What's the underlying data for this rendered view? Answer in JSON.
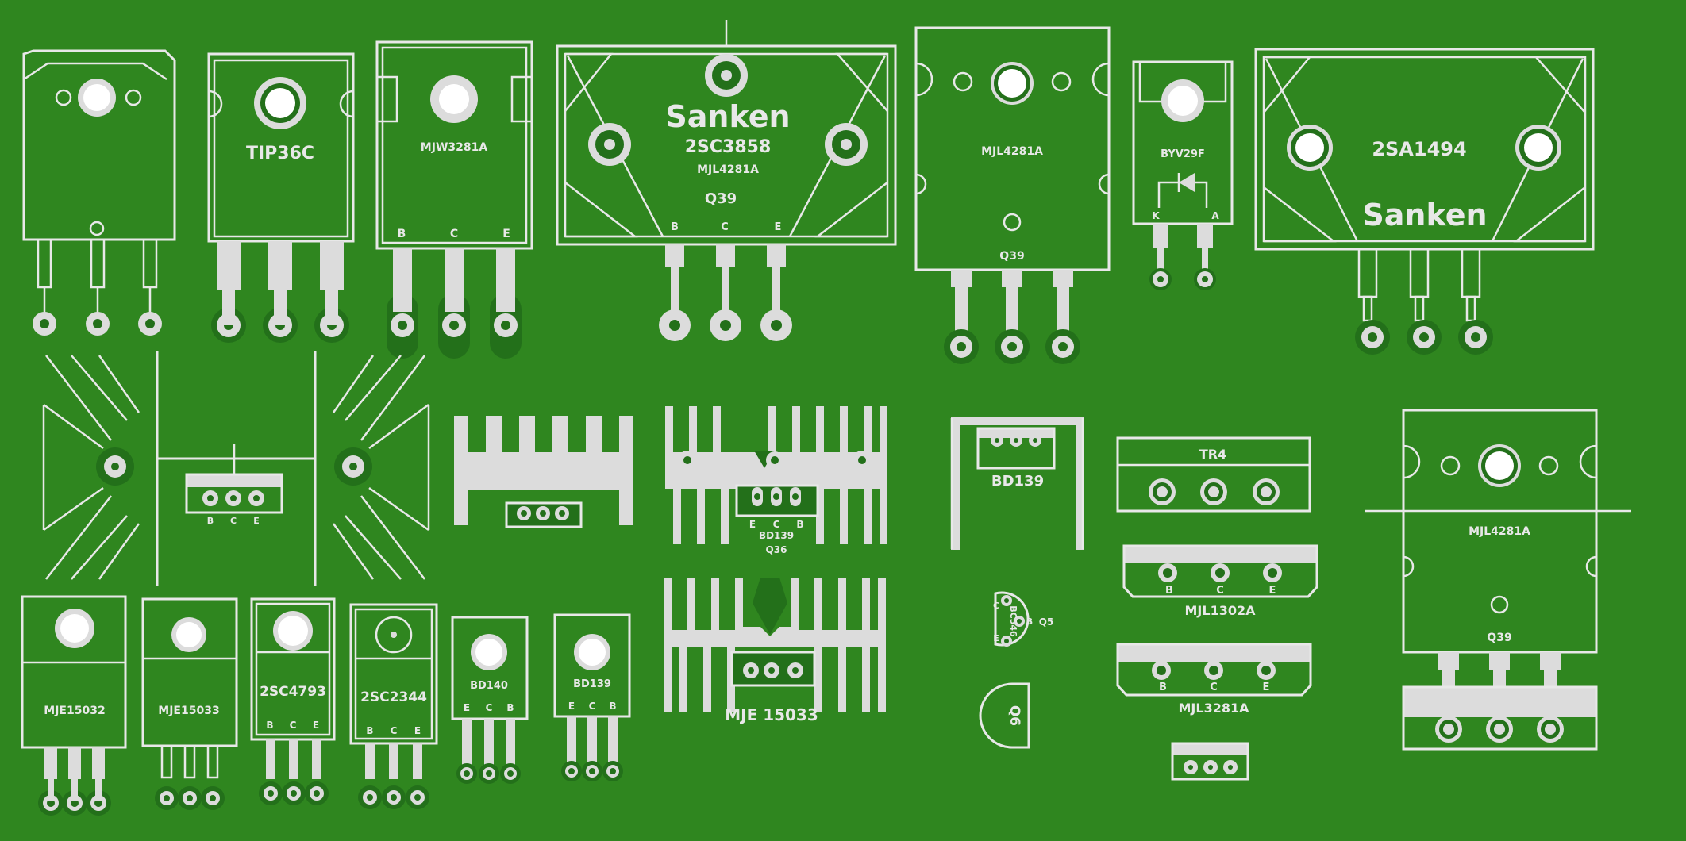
{
  "title": "",
  "labels": {
    "tip36c": "TIP36C",
    "mjw3281a": "MJW3281A",
    "sanken": "Sanken",
    "twosc3858": "2SC3858",
    "mjl4281a": "MJL4281A",
    "q39": "Q39",
    "byv29f": "BYV29F",
    "twosa1494": "2SA1494",
    "bd139": "BD139",
    "q36": "Q36",
    "tr4": "TR4",
    "mjl1302a": "MJL1302A",
    "mjl3281a": "MJL3281A",
    "bc546": "BC546",
    "q5": "Q5",
    "q6": "Q6",
    "mje15032": "MJE15032",
    "mje15033": "MJE15033",
    "twosc4793": "2SC4793",
    "twosc2344": "2SC2344",
    "bd140": "BD140",
    "mje15033_spaced": "MJE 15033"
  },
  "pins": {
    "b": "B",
    "c": "C",
    "e": "E",
    "k": "K",
    "a": "A"
  },
  "colors": {
    "board": "#2f861f",
    "silkscreen": "#e8e8e8",
    "copper": "#dcdcdc"
  }
}
